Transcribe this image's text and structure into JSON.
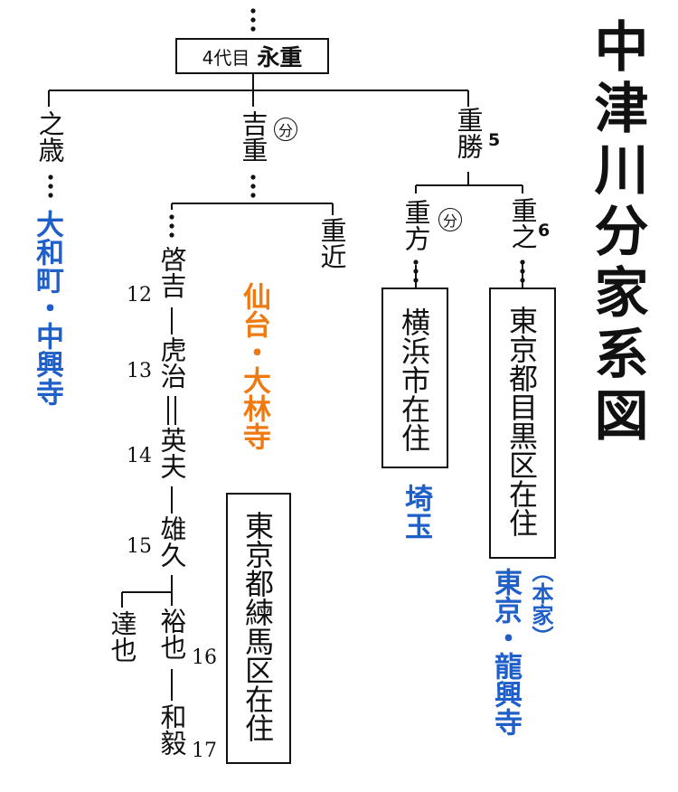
{
  "title": "中津川分家系図",
  "root": {
    "generation": "4代目",
    "name": "永重"
  },
  "branches": {
    "yukitoshi": {
      "name": "之歳",
      "place": "大和町・中興寺"
    },
    "yoshishige": {
      "name": "吉重",
      "branch_mark": "分",
      "temple": "仙台・大林寺",
      "descendants": [
        {
          "num": "12",
          "name": "啓吉"
        },
        {
          "num": "13",
          "name": "虎治"
        },
        {
          "num": "14",
          "name": "英夫"
        },
        {
          "num": "15",
          "name": "雄久"
        },
        {
          "num": "16",
          "name": "裕也"
        },
        {
          "num": "17",
          "name": "和毅"
        }
      ],
      "sibling": "達也",
      "box": "東京都練馬区在住",
      "other_child": "重近"
    },
    "shigekatsu": {
      "name": "重勝",
      "num": "5",
      "children": [
        {
          "name": "重方",
          "branch_mark": "分",
          "box": "横浜市在住",
          "place": "埼玉"
        },
        {
          "name": "重之",
          "num": "6",
          "box": "東京都目黒区在住",
          "note": "（本家）",
          "place": "東京・龍興寺"
        }
      ]
    }
  }
}
